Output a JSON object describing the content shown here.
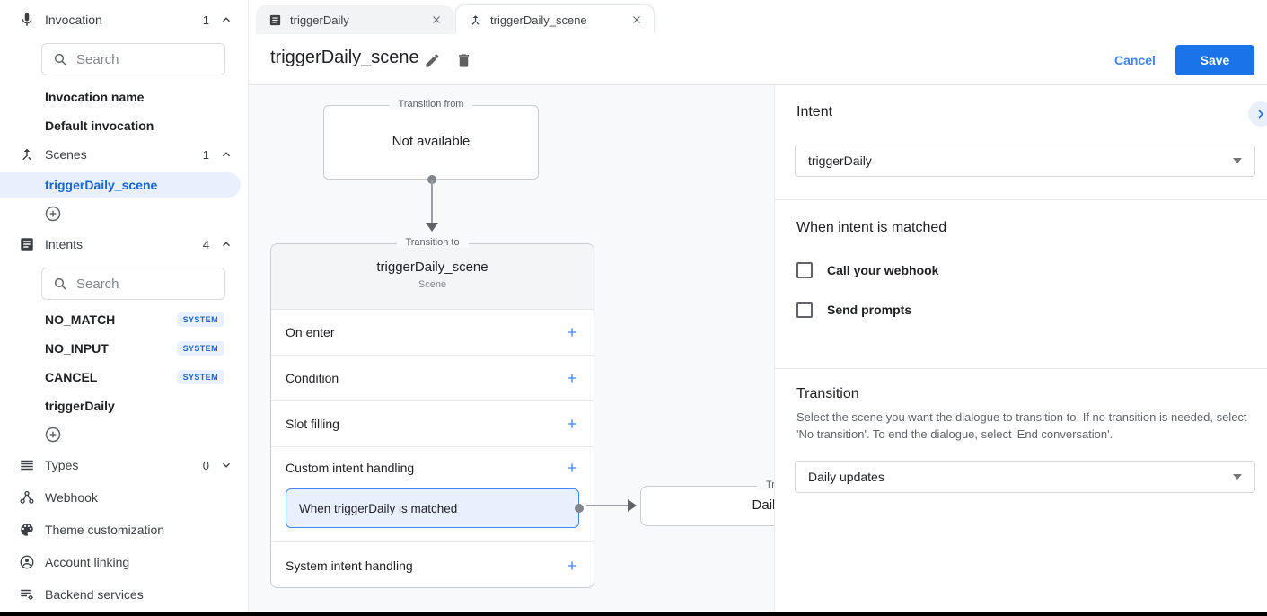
{
  "colors": {
    "accent": "#1a73e8",
    "accent_light": "#e8f0fe",
    "badge_text": "#1967d2",
    "plus_blue": "#4285f4",
    "canvas_bg": "#f8f9fa"
  },
  "icons": {
    "invocation": "microphone",
    "scenes": "merge-arrows",
    "intents": "article-list",
    "types": "list-lines",
    "webhook": "node-graph",
    "theme_customization": "palette",
    "account_linking": "person-circle",
    "backend_services": "list-gear",
    "add": "plus-circle",
    "search": "magnifier",
    "close": "x",
    "edit": "pencil",
    "delete": "trash",
    "collapse_panel": "chevron-right",
    "section_collapse": "chevron-up",
    "section_expand": "chevron-down",
    "add_handler": "plus",
    "dropdown": "caret-down"
  },
  "sidebar": {
    "invocation": {
      "label": "Invocation",
      "count": "1",
      "search_placeholder": "Search",
      "items": [
        "Invocation name",
        "Default invocation"
      ]
    },
    "scenes": {
      "label": "Scenes",
      "count": "1",
      "selected_item": "triggerDaily_scene"
    },
    "intents": {
      "label": "Intents",
      "count": "4",
      "search_placeholder": "Search",
      "items": [
        {
          "name": "NO_MATCH",
          "badge": "SYSTEM"
        },
        {
          "name": "NO_INPUT",
          "badge": "SYSTEM"
        },
        {
          "name": "CANCEL",
          "badge": "SYSTEM"
        },
        {
          "name": "triggerDaily",
          "badge": ""
        }
      ]
    },
    "types": {
      "label": "Types",
      "count": "0"
    },
    "links": [
      {
        "label": "Webhook"
      },
      {
        "label": "Theme customization"
      },
      {
        "label": "Account linking"
      },
      {
        "label": "Backend services"
      }
    ]
  },
  "tabs": [
    {
      "label": "triggerDaily"
    },
    {
      "label": "triggerDaily_scene"
    }
  ],
  "header": {
    "title": "triggerDaily_scene",
    "cancel_label": "Cancel",
    "save_label": "Save"
  },
  "canvas": {
    "transition_from": {
      "label": "Transition from",
      "content": "Not available"
    },
    "scene_card": {
      "label": "Transition to",
      "title": "triggerDaily_scene",
      "subtitle": "Scene",
      "rows": [
        "On enter",
        "Condition",
        "Slot filling",
        "Custom intent handling",
        "System intent handling"
      ],
      "matched_item": "When triggerDaily is matched"
    },
    "next_card": {
      "label": "Transition to",
      "content": "Daily updates"
    }
  },
  "panel": {
    "intent_section": {
      "heading": "Intent",
      "value": "triggerDaily"
    },
    "matched_section": {
      "heading": "When intent is matched",
      "checkboxes": [
        {
          "label": "Call your webhook",
          "checked": false
        },
        {
          "label": "Send prompts",
          "checked": false
        }
      ]
    },
    "transition_section": {
      "heading": "Transition",
      "description": "Select the scene you want the dialogue to transition to. If no transition is needed, select 'No transition'. To end the dialogue, select 'End conversation'.",
      "value": "Daily updates"
    }
  }
}
